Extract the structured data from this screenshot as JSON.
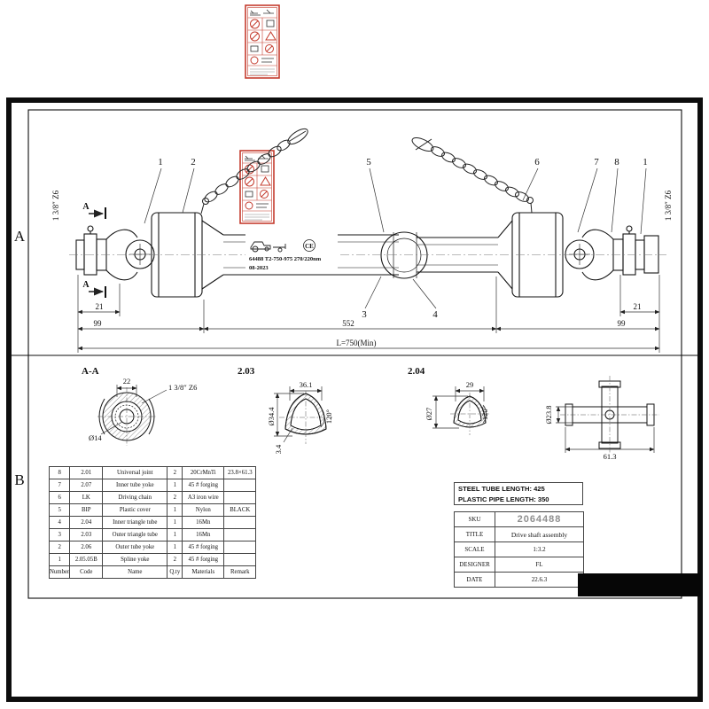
{
  "zones": {
    "a": "A",
    "b": "B"
  },
  "callouts": {
    "c1l": "1",
    "c2": "2",
    "c5": "5",
    "c6": "6",
    "c7": "7",
    "c8": "8",
    "c1r": "1",
    "c3": "3",
    "c4": "4"
  },
  "assembly": {
    "spline_left": "1 3/8″ Z6",
    "spline_right": "1 3/8″ Z6",
    "section_a": "A",
    "dim_21_left": "21",
    "dim_99_left": "99",
    "dim_552": "552",
    "dim_99_right": "99",
    "dim_21_right": "21",
    "dim_total": "L=750(Min)",
    "ce_mark": "CE",
    "tube_label_line1": "64488 T2-750-975 270/220nm",
    "tube_label_line2": "08-2023"
  },
  "details": {
    "aa_title": "A-A",
    "aa_dim_width": "22",
    "aa_spline": "1 3/8″ Z6",
    "aa_dia": "Ø14",
    "d203_title": "2.03",
    "d203_width": "36.1",
    "d203_dia": "Ø34.4",
    "d203_wall": "3.4",
    "d203_angle": "120°",
    "d204_title": "2.04",
    "d204_width": "29",
    "d204_dia": "Ø27",
    "d204_angle": "120°",
    "cross_dia": "Ø23.8",
    "cross_len": "61.3"
  },
  "notes": {
    "line1": "STEEL TUBE LENGTH: 425",
    "line2": "PLASTIC PIPE LENGTH: 350"
  },
  "bom": {
    "headers": [
      "Number",
      "Code",
      "Name",
      "Q.ty",
      "Materials",
      "Remark"
    ],
    "rows": [
      [
        "8",
        "2.01",
        "Universal joint",
        "2",
        "20CrMnTi",
        "23.8×61.3"
      ],
      [
        "7",
        "2.07",
        "Inner tube yoke",
        "1",
        "45 # forging",
        ""
      ],
      [
        "6",
        "LK",
        "Driving chain",
        "2",
        "A3 iron wire",
        ""
      ],
      [
        "5",
        "BIP",
        "Plastic cover",
        "1",
        "Nylon",
        "BLACK"
      ],
      [
        "4",
        "2.04",
        "Inner triangle tube",
        "1",
        "16Mn",
        ""
      ],
      [
        "3",
        "2.03",
        "Outer triangle tube",
        "1",
        "16Mn",
        ""
      ],
      [
        "2",
        "2.06",
        "Outer tube yoke",
        "1",
        "45 # forging",
        ""
      ],
      [
        "1",
        "2.05.05B",
        "Spline yoke",
        "2",
        "45 # forging",
        ""
      ]
    ]
  },
  "title_block": {
    "sku_label": "SKU",
    "sku_value": "2064488",
    "title_label": "TITLE",
    "title_value": "Drive shaft assembly",
    "scale_label": "SCALE",
    "scale_value": "1:3.2",
    "designer_label": "DESIGNER",
    "designer_value": "FL",
    "date_label": "DATE",
    "date_value": "22.6.3"
  }
}
